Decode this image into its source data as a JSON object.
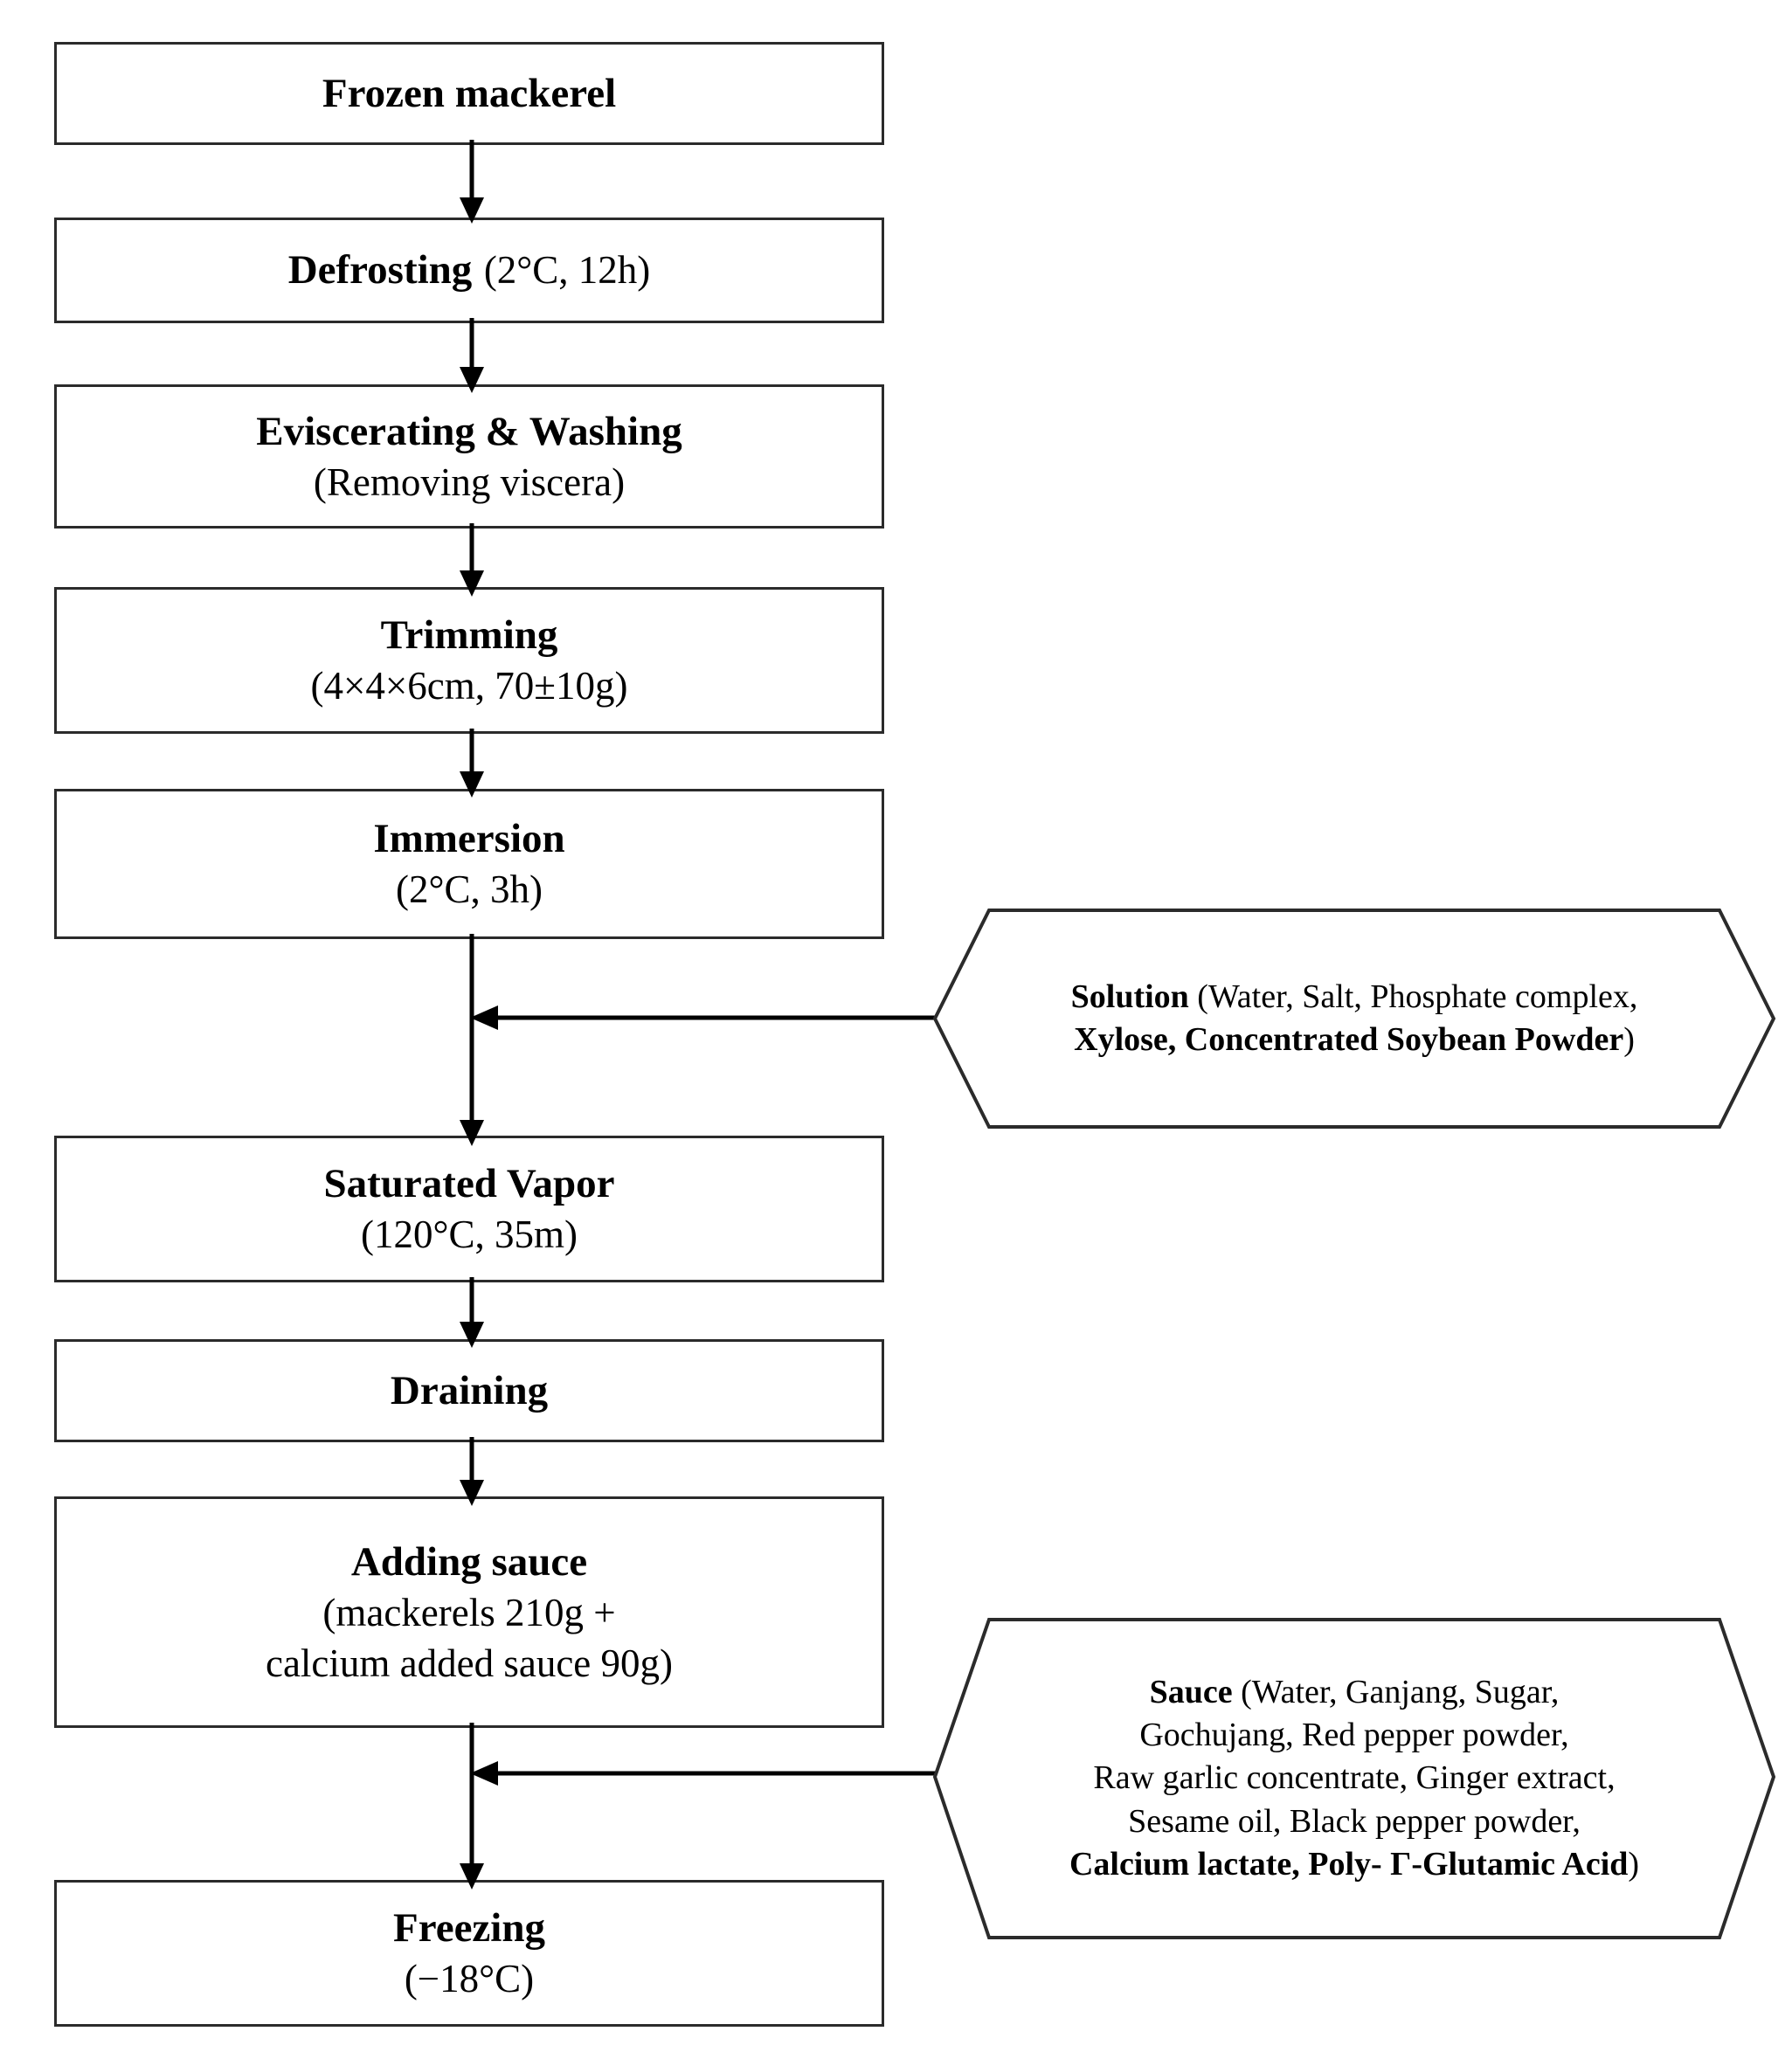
{
  "diagram": {
    "title": "Mackerel product manufacturing process flowchart",
    "stroke_color": "#2b2b2b",
    "background_color": "#ffffff"
  },
  "steps": [
    {
      "id": "frozen-mackerel",
      "heading": "Frozen mackerel",
      "detail": "",
      "lines": [
        "Frozen mackerel"
      ]
    },
    {
      "id": "defrosting",
      "heading": "Defrosting",
      "detail": "(2°C, 12h)",
      "lines": [
        "Defrosting (2°C, 12h)"
      ]
    },
    {
      "id": "eviscerating-washing",
      "heading": "Eviscerating & Washing",
      "detail": "(Removing viscera)",
      "lines": [
        "Eviscerating & Washing",
        "(Removing viscera)"
      ]
    },
    {
      "id": "trimming",
      "heading": "Trimming",
      "detail": "(4×4×6cm, 70±10g)",
      "lines": [
        "Trimming",
        "(4×4×6cm, 70±10g)"
      ]
    },
    {
      "id": "immersion",
      "heading": "Immersion",
      "detail": "(2°C, 3h)",
      "lines": [
        "Immersion",
        "(2°C, 3h)"
      ]
    },
    {
      "id": "saturated-vapor",
      "heading": "Saturated Vapor",
      "detail": "(120°C, 35m)",
      "lines": [
        "Saturated Vapor",
        "(120°C, 35m)"
      ]
    },
    {
      "id": "draining",
      "heading": "Draining",
      "detail": "",
      "lines": [
        "Draining"
      ]
    },
    {
      "id": "adding-sauce",
      "heading": "Adding sauce",
      "detail_line_1": "(mackerels 210g +",
      "detail_line_2": "calcium added sauce 90g)",
      "lines": [
        "Adding sauce",
        "(mackerels 210g +",
        "calcium added sauce 90g)"
      ]
    },
    {
      "id": "freezing",
      "heading": "Freezing",
      "detail": "(−18°C)",
      "lines": [
        "Freezing",
        "(−18°C)"
      ]
    }
  ],
  "callouts": [
    {
      "id": "solution",
      "label": "Solution",
      "lines": [
        {
          "bold_lead": "Solution",
          "normal_rest": " (Water, Salt, Phosphate complex,"
        },
        {
          "bold_lead": "Xylose, Concentrated Soybean Powder",
          "normal_rest": ")"
        }
      ]
    },
    {
      "id": "sauce",
      "label": "Sauce",
      "lines": [
        {
          "bold_lead": "Sauce",
          "normal_rest": " (Water, Ganjang, Sugar,"
        },
        {
          "bold_lead": "",
          "normal_rest": "Gochujang, Red pepper powder,"
        },
        {
          "bold_lead": "",
          "normal_rest": "Raw garlic concentrate, Ginger extract,"
        },
        {
          "bold_lead": "",
          "normal_rest": "Sesame oil, Black pepper powder,"
        },
        {
          "bold_lead": "Calcium lactate, Poly- Γ-Glutamic Acid",
          "normal_rest": ")"
        }
      ]
    }
  ]
}
